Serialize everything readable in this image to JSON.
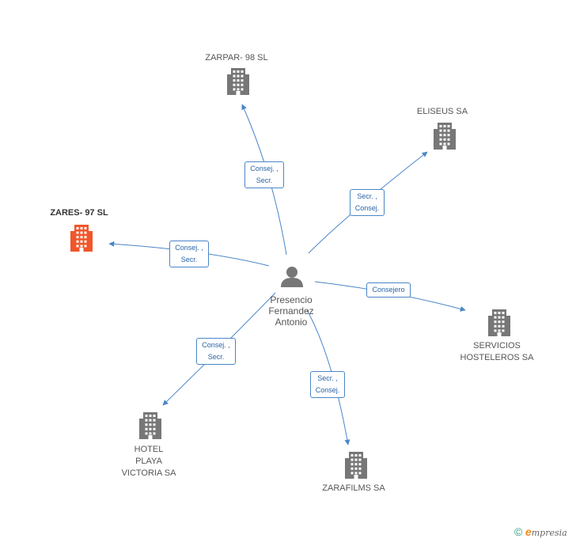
{
  "center": {
    "label": "Presencio\nFernandez\nAntonio",
    "icon": "person-icon"
  },
  "companies": [
    {
      "id": "zarpar",
      "label": "ZARPAR- 98 SL",
      "icon": "building-icon",
      "color": "#777777",
      "focus": false
    },
    {
      "id": "eliseus",
      "label": "ELISEUS SA",
      "icon": "building-icon",
      "color": "#777777",
      "focus": false
    },
    {
      "id": "zares",
      "label": "ZARES- 97 SL",
      "icon": "building-icon",
      "color": "#f0562a",
      "focus": true
    },
    {
      "id": "servicios",
      "label": "SERVICIOS\nHOSTELEROS SA",
      "icon": "building-icon",
      "color": "#777777",
      "focus": false
    },
    {
      "id": "hotel",
      "label": "HOTEL\nPLAYA\nVICTORIA SA",
      "icon": "building-icon",
      "color": "#777777",
      "focus": false
    },
    {
      "id": "zarafilms",
      "label": "ZARAFILMS SA",
      "icon": "building-icon",
      "color": "#777777",
      "focus": false
    }
  ],
  "edges": [
    {
      "to": "zarpar",
      "label": "Consej. ,\nSecr."
    },
    {
      "to": "eliseus",
      "label": "Secr. ,\nConsej."
    },
    {
      "to": "zares",
      "label": "Consej. ,\nSecr."
    },
    {
      "to": "servicios",
      "label": "Consejero"
    },
    {
      "to": "hotel",
      "label": "Consej. ,\nSecr."
    },
    {
      "to": "zarafilms",
      "label": "Secr. ,\nConsej."
    }
  ],
  "colors": {
    "edge": "#4a86c8",
    "building": "#777777",
    "focus_building": "#f0562a",
    "person": "#777777"
  },
  "footer": {
    "symbol": "©",
    "brand_initial": "e",
    "brand_rest": "mpresia"
  }
}
